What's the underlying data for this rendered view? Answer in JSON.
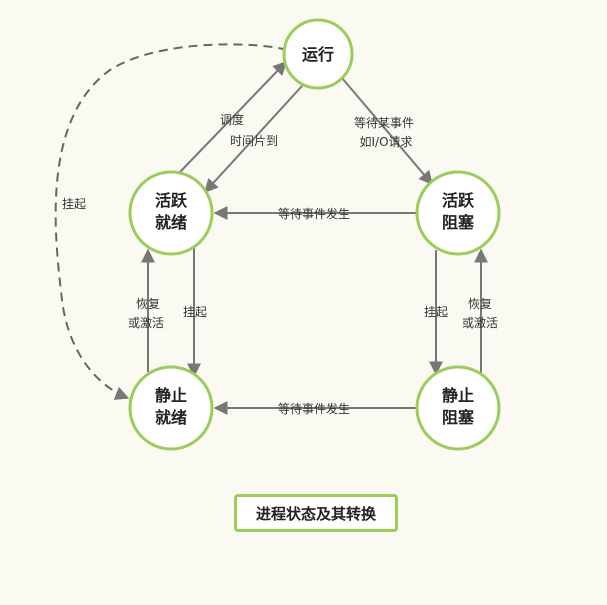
{
  "states": {
    "running": {
      "line1": "运行"
    },
    "active_ready": {
      "line1": "活跃",
      "line2": "就绪"
    },
    "active_blocked": {
      "line1": "活跃",
      "line2": "阻塞"
    },
    "static_ready": {
      "line1": "静止",
      "line2": "就绪"
    },
    "static_blocked": {
      "line1": "静止",
      "line2": "阻塞"
    }
  },
  "transitions": {
    "dispatch": "调度",
    "time_slice_up": "时间片到",
    "wait_event_line1": "等待某事件",
    "wait_event_line2": "如I/O请求",
    "event_occurs_active": "等待事件发生",
    "event_occurs_static": "等待事件发生",
    "suspend_running": "挂起",
    "suspend_ready": "挂起",
    "suspend_blocked": "挂起",
    "resume_ready_line1": "恢复",
    "resume_ready_line2": "或激活",
    "resume_blocked_line1": "恢复",
    "resume_blocked_line2": "或激活"
  },
  "caption": "进程状态及其转换",
  "colors": {
    "node_border": "#9acd5a",
    "edge": "#777777",
    "background": "#fafaf3"
  }
}
